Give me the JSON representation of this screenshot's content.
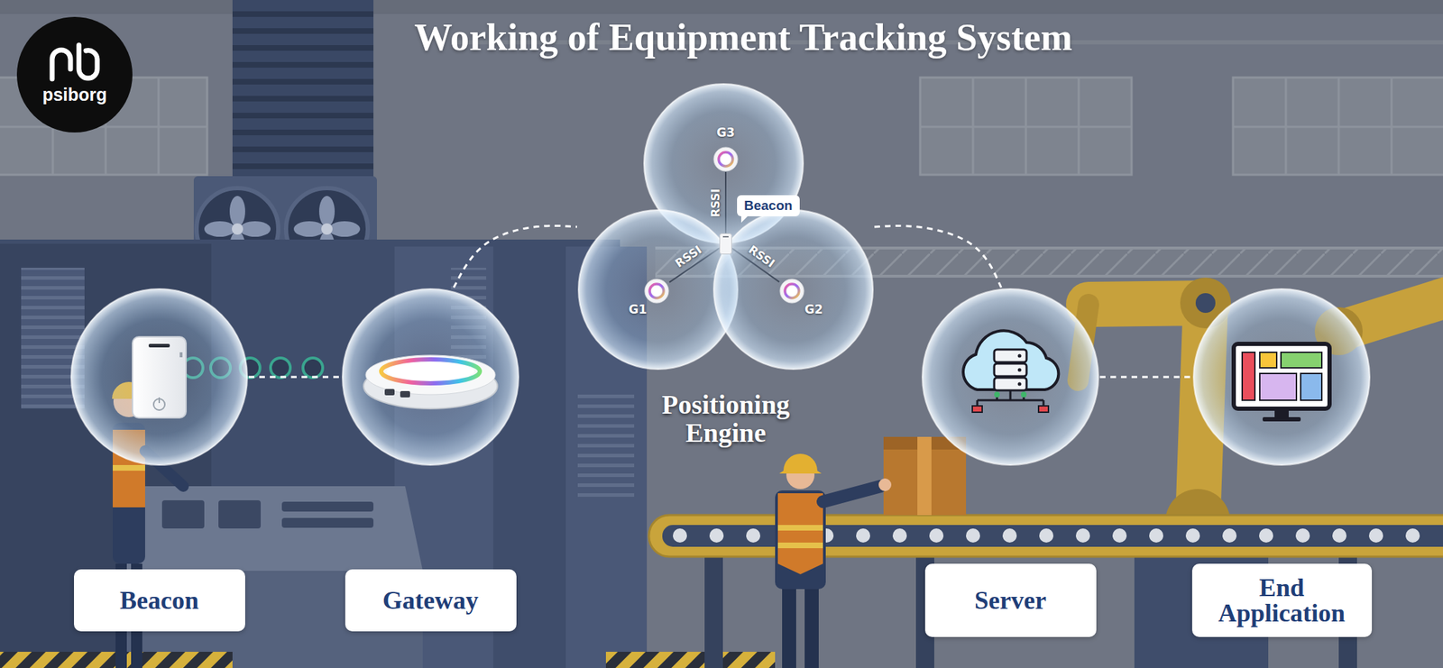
{
  "diagram": {
    "title": "Working of Equipment Tracking System",
    "nodes": [
      {
        "text": [
          "Beacon"
        ]
      },
      {
        "text": [
          "Gateway"
        ]
      },
      {
        "text": [
          "Positioning Engine"
        ]
      },
      {
        "text": [
          "G3"
        ],
        "in": 2
      },
      {
        "text": [
          "Beacon"
        ],
        "in": 2
      },
      {
        "text": [
          "G1"
        ],
        "in": 2
      },
      {
        "text": [
          "G2"
        ],
        "in": 2
      },
      {
        "text": [
          "Server"
        ]
      },
      {
        "text": [
          "End Application"
        ]
      }
    ],
    "edges": [
      {
        "from": 0,
        "to": 1,
        "arrow": "none"
      },
      {
        "from": 1,
        "to": 2,
        "arrow": "none"
      },
      {
        "from": 3,
        "to": 4,
        "label": "RSSI",
        "arrow": "none"
      },
      {
        "from": 5,
        "to": 4,
        "label": "RSSI",
        "arrow": "none"
      },
      {
        "from": 6,
        "to": 4,
        "label": "RSSI",
        "arrow": "none"
      },
      {
        "from": 2,
        "to": 7,
        "arrow": "none"
      },
      {
        "from": 7,
        "to": 8,
        "arrow": "none"
      }
    ],
    "labels": [
      "psiborg"
    ]
  }
}
